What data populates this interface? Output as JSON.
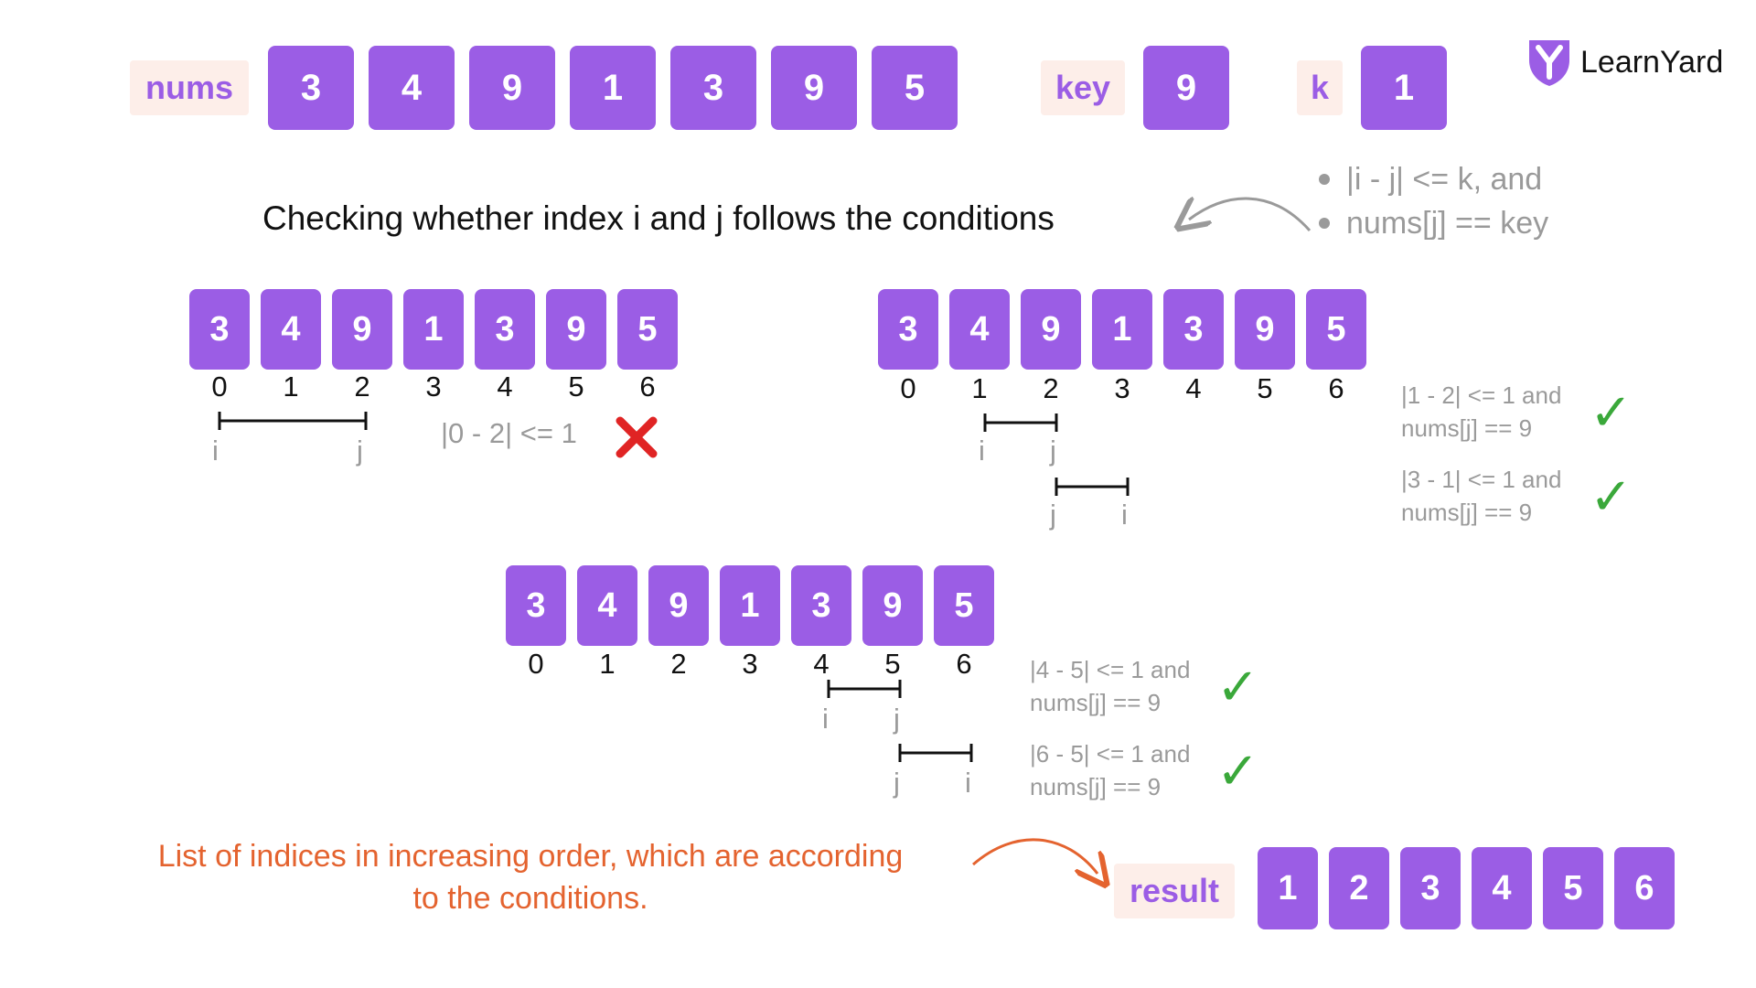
{
  "logo": {
    "text": "LearnYard",
    "icon": "learnyard-logo-icon"
  },
  "top": {
    "nums_label": "nums",
    "nums": [
      "3",
      "4",
      "9",
      "1",
      "3",
      "9",
      "5"
    ],
    "key_label": "key",
    "key_value": "9",
    "k_label": "k",
    "k_value": "1"
  },
  "heading": "Checking whether index i and j follows the conditions",
  "conditions": [
    "|i - j| <= k, and",
    "nums[j] == key"
  ],
  "array": [
    "3",
    "4",
    "9",
    "1",
    "3",
    "9",
    "5"
  ],
  "indices": [
    "0",
    "1",
    "2",
    "3",
    "4",
    "5",
    "6"
  ],
  "pointer_i": "i",
  "pointer_j": "j",
  "panel1": {
    "cond": "|0 - 2| <= 1"
  },
  "panel2": {
    "cond1a": "|1 - 2| <= 1 and",
    "cond1b": "nums[j] == 9",
    "cond2a": "|3 - 1| <= 1 and",
    "cond2b": "nums[j] == 9"
  },
  "panel3": {
    "cond1a": "|4 - 5| <= 1 and",
    "cond1b": "nums[j] == 9",
    "cond2a": "|6 - 5| <= 1 and",
    "cond2b": "nums[j] == 9"
  },
  "note": {
    "line1": "List of indices in increasing order, which are according",
    "line2": "to the conditions."
  },
  "result": {
    "label": "result",
    "values": [
      "1",
      "2",
      "3",
      "4",
      "5",
      "6"
    ]
  },
  "colors": {
    "box": "#9b5de5",
    "tag_bg": "#fdeee9",
    "orange": "#e4632f",
    "check": "#3aa83a",
    "cross": "#e02424",
    "gray": "#9a9a9a"
  }
}
